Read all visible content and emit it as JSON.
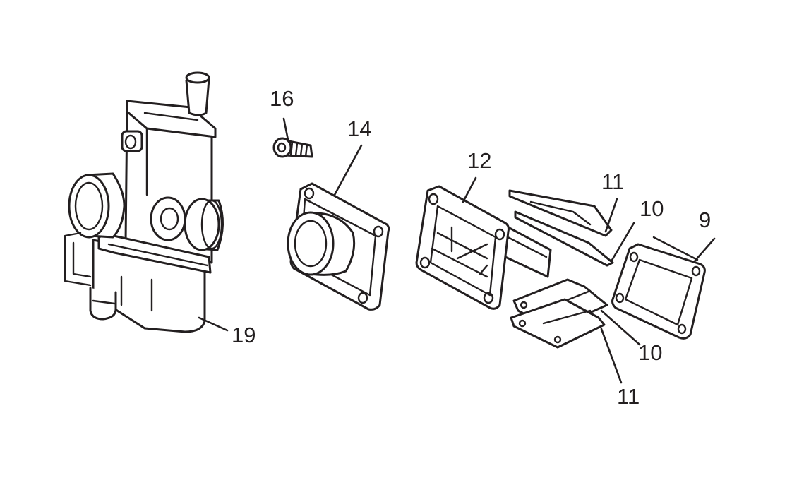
{
  "colors": {
    "line": "#231f20",
    "background": "#ffffff"
  },
  "callouts": {
    "p19": "19",
    "p16": "16",
    "p14": "14",
    "p12": "12",
    "p11_top": "11",
    "p10_top": "10",
    "p9": "9",
    "p10_bottom": "10",
    "p11_bottom": "11"
  }
}
